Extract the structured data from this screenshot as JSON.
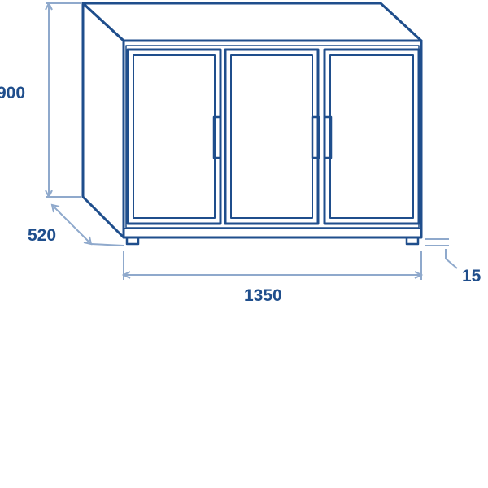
{
  "colors": {
    "outline": "#1f4e8c",
    "dimension": "#8fa9cc",
    "text": "#1f4e8c",
    "glass": "#ffffff",
    "background": "#ffffff"
  },
  "dimensions": {
    "height": "900",
    "depth": "520",
    "width": "1350",
    "foot_height": "15"
  },
  "cabinet": {
    "door_count": 3
  }
}
